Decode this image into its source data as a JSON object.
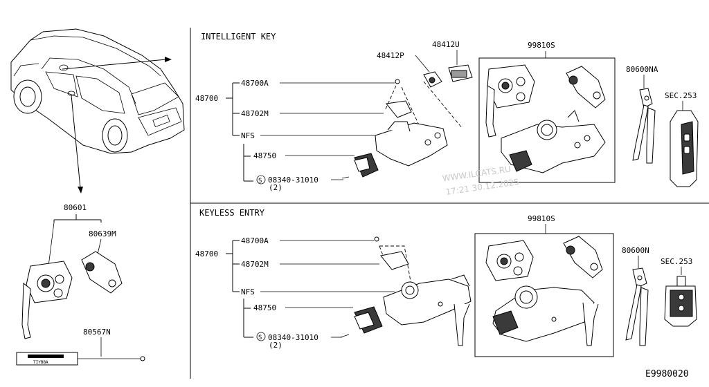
{
  "sections": {
    "intelligent_key": "INTELLIGENT KEY",
    "keyless_entry": "KEYLESS ENTRY"
  },
  "left_panel": {
    "kit": "80601",
    "holder": "80639M",
    "tag": "80567N",
    "tag_text": "TIYBBA"
  },
  "ik": {
    "assy": "48700",
    "part_a": "48700A",
    "part_m": "48702M",
    "nfs": "NFS",
    "part_750": "48750",
    "bolt": "08340-31010",
    "bolt_qty": "(2)",
    "bolt_symbol": "S",
    "p48412p": "48412P",
    "p48412u": "48412U",
    "set": "99810S",
    "keys": "80600NA",
    "sec": "SEC.253"
  },
  "ke": {
    "assy": "48700",
    "part_a": "48700A",
    "part_m": "48702M",
    "nfs": "NFS",
    "part_750": "48750",
    "bolt": "08340-31010",
    "bolt_qty": "(2)",
    "bolt_symbol": "S",
    "set": "99810S",
    "keys": "80600N",
    "sec": "SEC.253"
  },
  "watermark": {
    "line1": "WWW.ILCATS.RU",
    "line2": "17:21 30.12.2025"
  },
  "diagram_code": "E9980020"
}
